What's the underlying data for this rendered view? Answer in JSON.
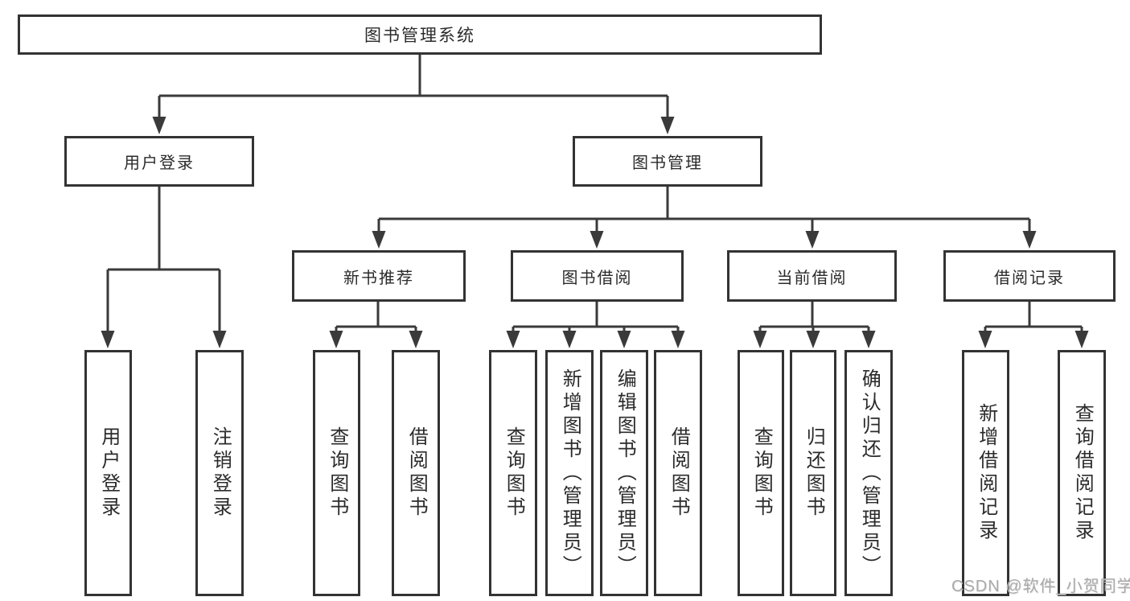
{
  "colors": {
    "background": "#ffffff",
    "line": "#3a3a3a",
    "box_border": "#333333",
    "text": "#2b2b2b",
    "watermark": "#a9a9a9"
  },
  "tree": {
    "root": {
      "label": "图书管理系统"
    },
    "branches": [
      {
        "label": "用户登录",
        "children": [
          {
            "label": "用户登录"
          },
          {
            "label": "注销登录"
          }
        ]
      },
      {
        "label": "图书管理",
        "children": [
          {
            "label": "新书推荐",
            "children": [
              {
                "label": "查询图书"
              },
              {
                "label": "借阅图书"
              }
            ]
          },
          {
            "label": "图书借阅",
            "children": [
              {
                "label": "查询图书"
              },
              {
                "label": "新增图书（管理员）"
              },
              {
                "label": "编辑图书（管理员）"
              },
              {
                "label": "借阅图书"
              }
            ]
          },
          {
            "label": "当前借阅",
            "children": [
              {
                "label": "查询图书"
              },
              {
                "label": "归还图书"
              },
              {
                "label": "确认归还（管理员）"
              }
            ]
          },
          {
            "label": "借阅记录",
            "children": [
              {
                "label": "新增借阅记录"
              },
              {
                "label": "查询借阅记录"
              }
            ]
          }
        ]
      }
    ]
  },
  "watermark": {
    "text": "CSDN @软件_小贺同学"
  }
}
